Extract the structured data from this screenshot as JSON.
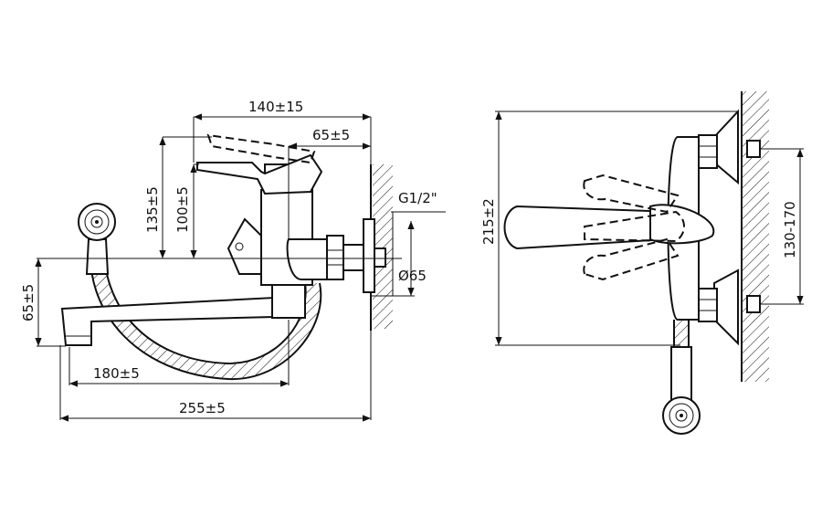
{
  "dimensions": {
    "d140": "140±15",
    "d65": "65±5",
    "g12": "G1/2\"",
    "d135": "135±5",
    "d100": "100±5",
    "phi65": "Ø65",
    "d65side": "65±5",
    "d180": "180±5",
    "d255": "255±5",
    "d215": "215±2",
    "d130": "130-170"
  }
}
